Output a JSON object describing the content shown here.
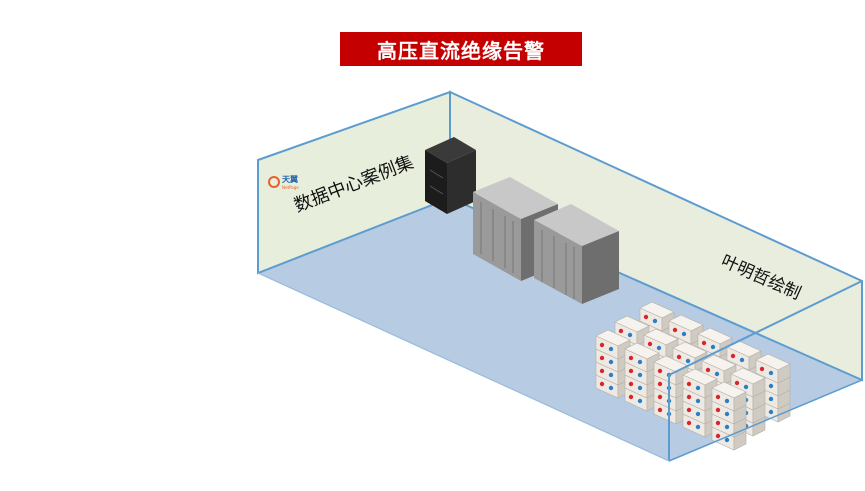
{
  "title": "高压直流绝缘告警",
  "left_wall_label": "数据中心案例集",
  "right_wall_label": "叶明哲绘制",
  "logo": {
    "text": "天翼",
    "sub": "NetPage"
  },
  "colors": {
    "title_bg": "#c40000",
    "title_fg": "#ffffff",
    "floor": "#b7cbe3",
    "wall": "#e9eedd",
    "edge": "#5d9ccf",
    "cabinet_dark": "#1c1c1c",
    "cabinet_gray": "#8d8d8d",
    "battery": "#eeeae3",
    "terminal_red": "#d8262c",
    "terminal_blue": "#2c7fc4"
  }
}
